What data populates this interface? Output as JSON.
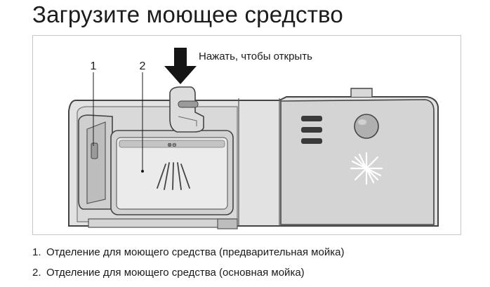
{
  "header": {
    "title": "Загрузите моющее средство"
  },
  "figure": {
    "callout_1": "1",
    "callout_2": "2",
    "arrow_label": "Нажать, чтобы открыть",
    "compartment_mark": "⊗⊖"
  },
  "legend": {
    "items": [
      {
        "number": "1.",
        "text": "Отделение для моющего средства (предварительная мойка)"
      },
      {
        "number": "2.",
        "text": "Отделение для моющего средства (основная мойка)"
      }
    ]
  },
  "colors": {
    "body_fill": "#e2e2e2",
    "body_stroke": "#444444",
    "panel_fill": "#cfcfcf",
    "cup_fill": "#ebebeb",
    "arrow_fill": "#151515"
  }
}
